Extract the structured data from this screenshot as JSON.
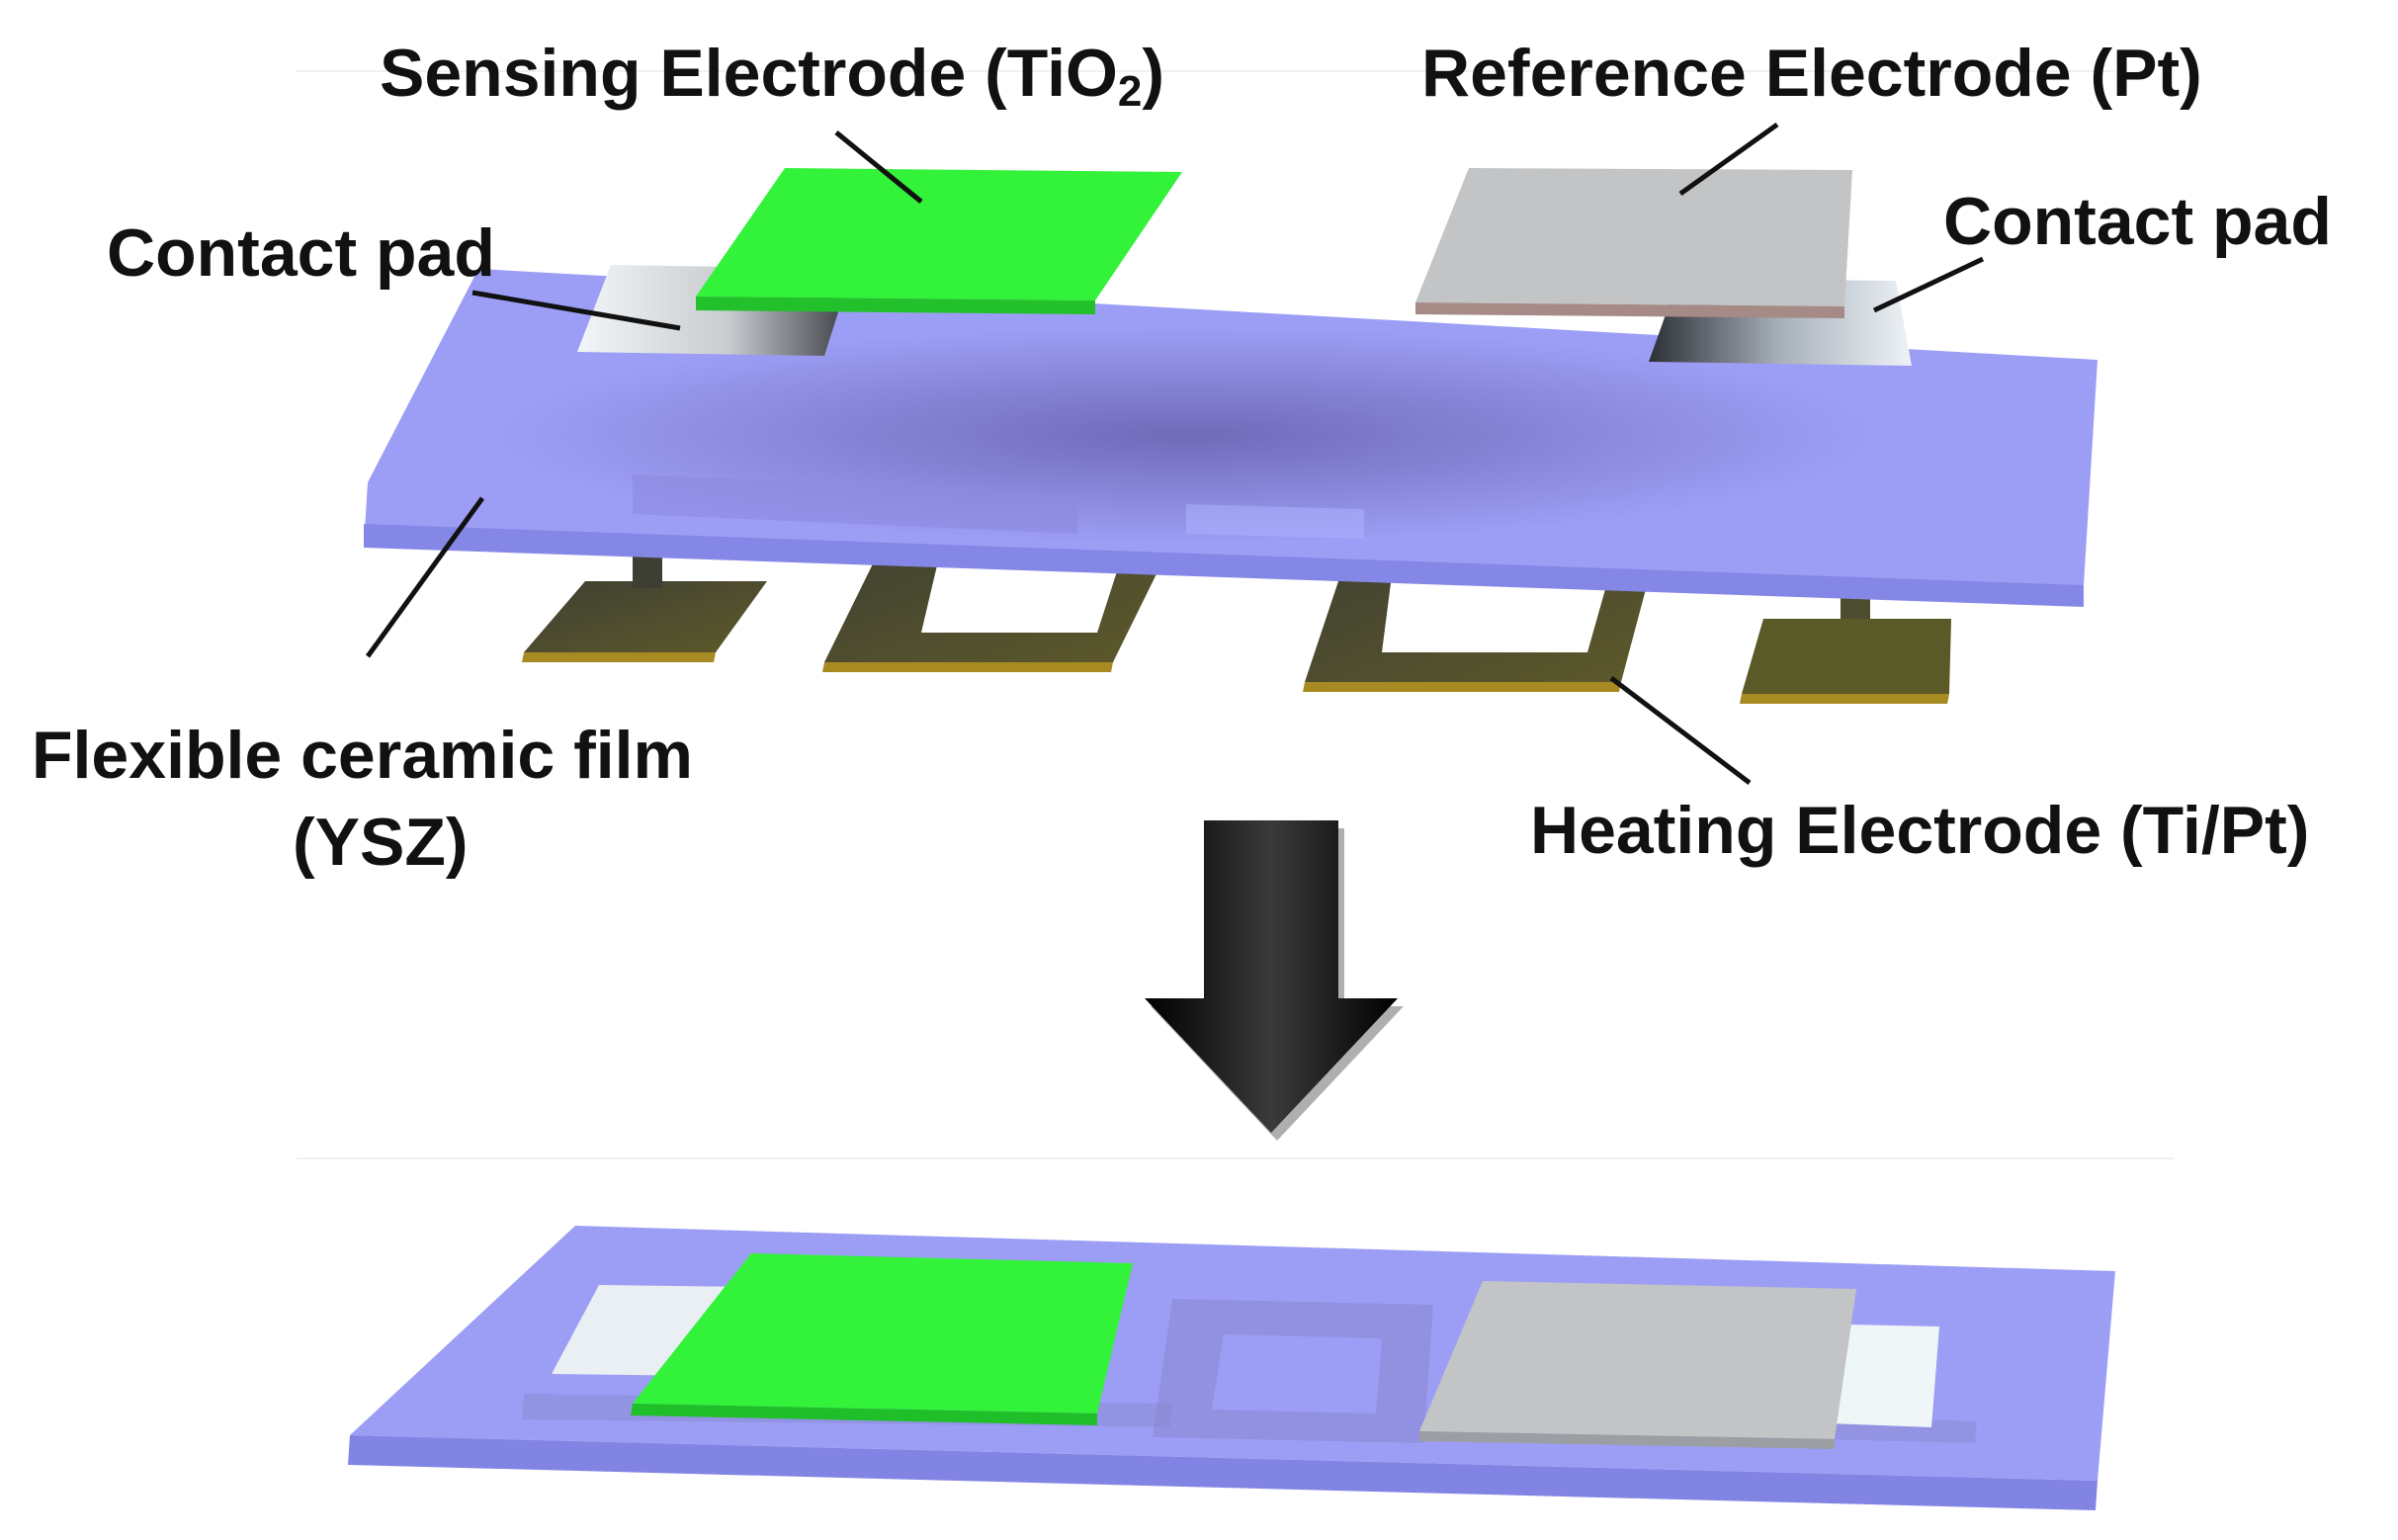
{
  "labels": {
    "sensing_electrode": "Sensing Electrode (TiO",
    "sensing_electrode_sub": "2",
    "sensing_electrode_close": ")",
    "reference_electrode": "Reference Electrode (Pt)",
    "contact_pad_left": "Contact pad",
    "contact_pad_right": "Contact pad",
    "ceramic_film_line1": "Flexible ceramic film",
    "ceramic_film_line2": "(YSZ)",
    "heating_electrode": "Heating Electrode (Ti/Pt)"
  },
  "colors": {
    "sensing_electrode": "#33f23a",
    "reference_electrode": "#c2c4c6",
    "ceramic_film": "#9c9ef5",
    "contact_pad": "#e6edf2",
    "heating_electrode": "#4a4a30",
    "arrow": "#101010"
  }
}
